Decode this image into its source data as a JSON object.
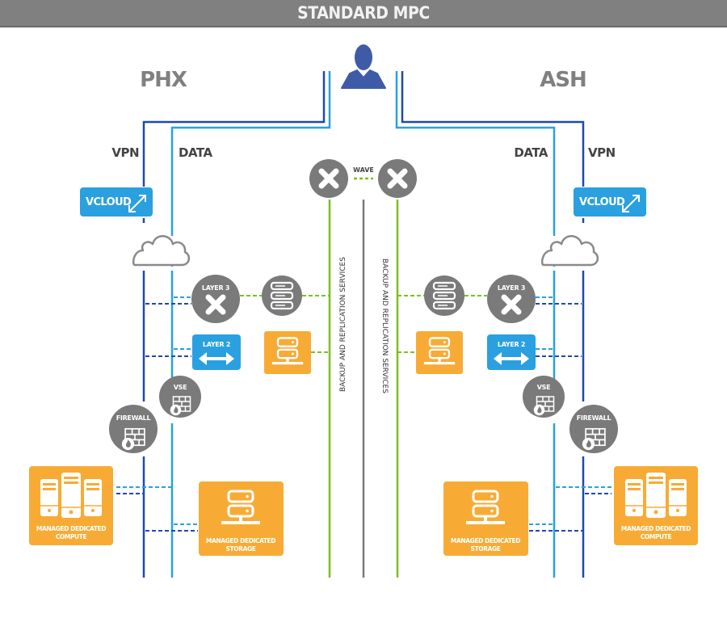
{
  "header": {
    "title": "STANDARD MPC"
  },
  "colors": {
    "vpn": "#1f4aa8",
    "data": "#2aa0e0",
    "backup": "#7bbf1f",
    "center": "#7a7a7a",
    "orange": "#f7ab35",
    "blue_box": "#2aa0e0",
    "node_gray": "#7a7a7a",
    "person": "#3f5ba8"
  },
  "user": {
    "icon": "person-icon"
  },
  "sites": [
    {
      "id": "phx",
      "name": "PHX",
      "vpn_label": "VPN",
      "data_label": "DATA",
      "vcloud_label": "VCLOUD",
      "layer3_label": "LAYER 3",
      "layer2_label": "LAYER 2",
      "vse_label": "VSE",
      "firewall_label": "FIREWALL",
      "compute_label": [
        "MANAGED DEDICATED",
        "COMPUTE"
      ],
      "storage_label": [
        "MANAGED DEDICATED",
        "STORAGE"
      ],
      "backup_label": "BACKUP AND REPLICATION SERVICES"
    },
    {
      "id": "ash",
      "name": "ASH",
      "vpn_label": "VPN",
      "data_label": "DATA",
      "vcloud_label": "VCLOUD",
      "layer3_label": "LAYER 3",
      "layer2_label": "LAYER 2",
      "vse_label": "VSE",
      "firewall_label": "FIREWALL",
      "compute_label": [
        "MANAGED DEDICATED",
        "COMPUTE"
      ],
      "storage_label": [
        "MANAGED DEDICATED",
        "STORAGE"
      ],
      "backup_label": "BACKUP AND REPLICATION SERVICES"
    }
  ],
  "wave": {
    "label": "WAVE"
  }
}
